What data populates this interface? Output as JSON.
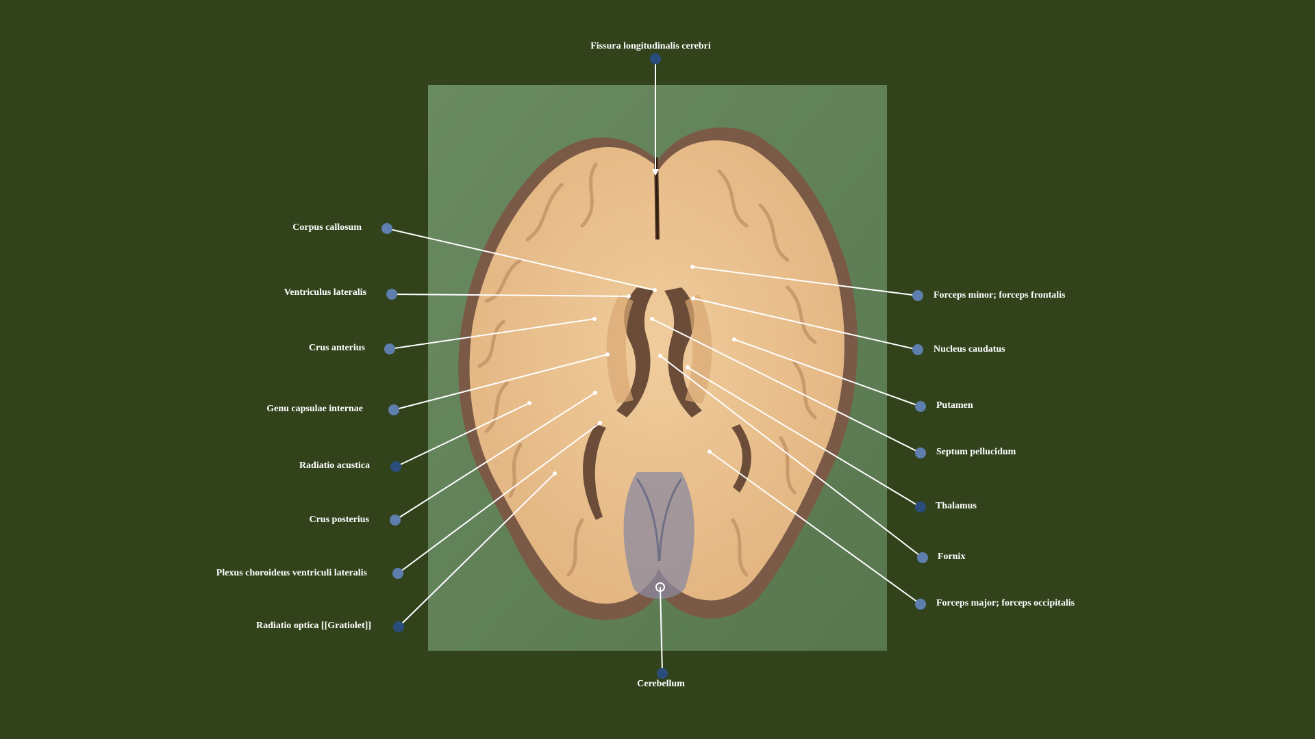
{
  "colors": {
    "background": "#32431c",
    "panel": "#5f7e55",
    "brain_tissue": "#e9c08e",
    "dot_light": "#5e7fae",
    "dot_dark": "#2b4d7b",
    "leader_line": "#ffffff"
  },
  "image": {
    "subject": "brain-horizontal-section-photo"
  },
  "labels": {
    "fissura": "Fissura longitudinalis cerebri",
    "corpus_callosum": "Corpus callosum",
    "ventriculus_lateralis": "Ventriculus lateralis",
    "crus_anterius": "Crus anterius",
    "genu_capsulae": "Genu capsulae internae",
    "radiatio_acustica": "Radiatio acustica",
    "crus_posterius": "Crus posterius",
    "plexus_choroideus": "Plexus choroideus ventriculi lateralis",
    "radiatio_optica": "Radiatio optica [[Gratiolet]]",
    "cerebellum": "Cerebellum",
    "forceps_minor": "Forceps minor; forceps frontalis",
    "nucleus_caudatus": "Nucleus caudatus",
    "putamen": "Putamen",
    "septum_pellucidum": "Septum pellucidum",
    "thalamus": "Thalamus",
    "fornix": "Fornix",
    "forceps_major": "Forceps major; forceps occipitalis"
  }
}
